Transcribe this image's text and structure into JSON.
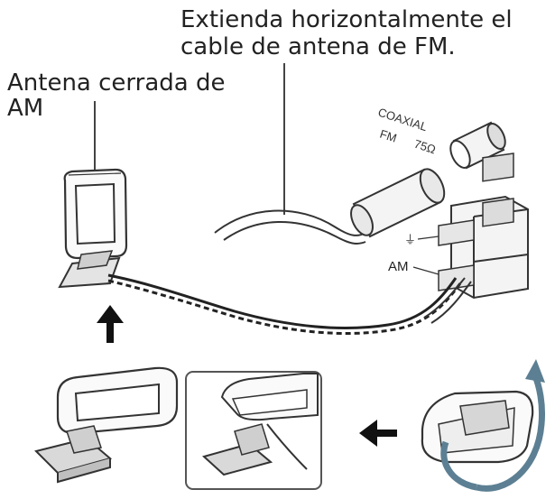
{
  "captions": {
    "fm_line1": "Extienda horizontalmente el",
    "fm_line2": "cable de antena de FM.",
    "am_line1": "Antena cerrada de",
    "am_line2": "AM"
  },
  "connector": {
    "coaxial": "COAXIAL",
    "fm": "FM",
    "ohm": "75Ω",
    "ground": "⏚",
    "am": "AM"
  },
  "icons": [
    "up-arrow-icon",
    "left-arrow-icon",
    "rotate-arrow-icon"
  ],
  "colors": {
    "line": "#333333",
    "fill_light": "#f2f2f2",
    "fill_mid": "#d0d0d0",
    "arrow": "#111111",
    "rotate_arrow": "#5c7f93"
  }
}
